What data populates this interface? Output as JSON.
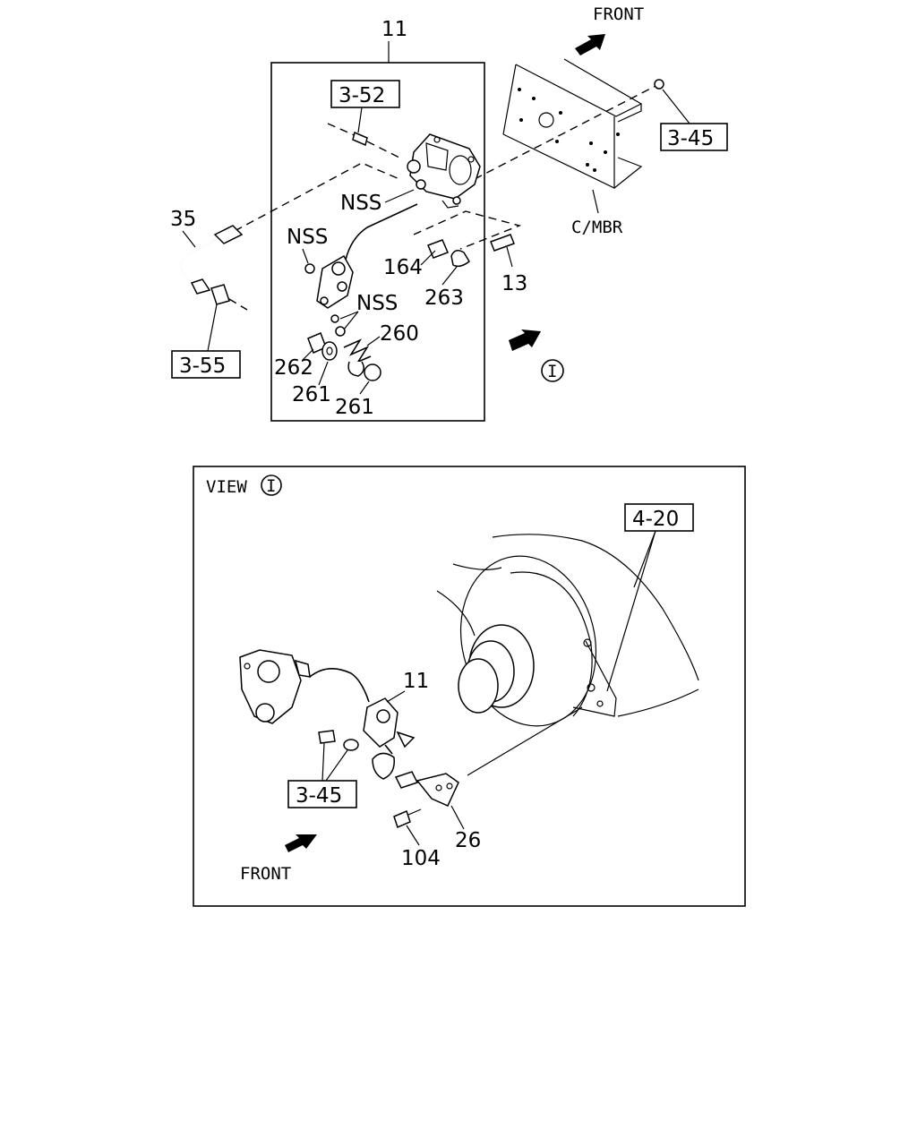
{
  "top_view": {
    "front_label": "FRONT",
    "assembly_callout": "11",
    "refs": {
      "r352": "3-52",
      "r345": "3-45",
      "r355": "3-55"
    },
    "parts": {
      "p35": "35",
      "nss1": "NSS",
      "nss2": "NSS",
      "nss3": "NSS",
      "p164": "164",
      "p263": "263",
      "p13": "13",
      "p260": "260",
      "p262": "262",
      "p261a": "261",
      "p261b": "261"
    },
    "frame_label": "C/MBR",
    "view_marker": "I"
  },
  "bottom_view": {
    "view_label": "VIEW",
    "view_marker": "I",
    "refs": {
      "r420": "4-20",
      "r345": "3-45"
    },
    "parts": {
      "p11": "11",
      "p26": "26",
      "p104": "104"
    },
    "front_label": "FRONT"
  }
}
